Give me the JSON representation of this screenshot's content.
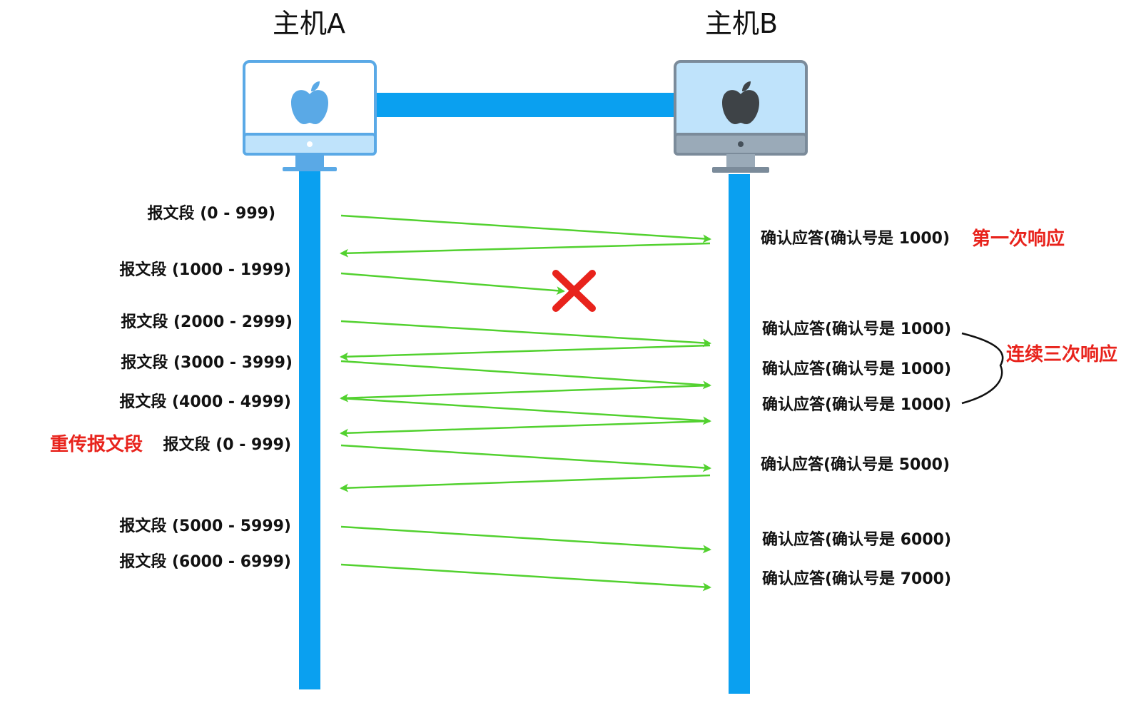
{
  "hosts": {
    "a_label": "主机A",
    "b_label": "主机B"
  },
  "colors": {
    "line": "#0aa0f0",
    "arrow": "#52d12f",
    "highlight": "#e8231c",
    "monitor_a_screen": "#ffffff",
    "monitor_a_frame": "#5aa9e6",
    "monitor_b_screen": "#bfe3fb",
    "monitor_b_frame": "#7b8b9a"
  },
  "icons": {
    "host_a": "desktop-computer-icon",
    "host_b": "desktop-computer-icon",
    "lost_marker": "red-x-icon"
  },
  "segments": [
    {
      "label": "报文段 (0 - 999)"
    },
    {
      "label": "报文段 (1000 - 1999)",
      "lost": true
    },
    {
      "label": "报文段 (2000 - 2999)"
    },
    {
      "label": "报文段 (3000 - 3999)"
    },
    {
      "label": "报文段 (4000 - 4999)"
    },
    {
      "label": "报文段 (0 - 999)",
      "retransmit": true
    },
    {
      "label": "报文段 (5000 - 5999)"
    },
    {
      "label": "报文段 (6000 - 6999)"
    }
  ],
  "acks": [
    {
      "label": "确认应答(确认号是 1000)"
    },
    {
      "label": "确认应答(确认号是 1000)"
    },
    {
      "label": "确认应答(确认号是 1000)"
    },
    {
      "label": "确认应答(确认号是 1000)"
    },
    {
      "label": "确认应答(确认号是 5000)"
    },
    {
      "label": "确认应答(确认号是 6000)"
    },
    {
      "label": "确认应答(确认号是 7000)"
    }
  ],
  "annotations": {
    "first_response": "第一次响应",
    "triple_response": "连续三次响应",
    "retransmit": "重传报文段"
  }
}
